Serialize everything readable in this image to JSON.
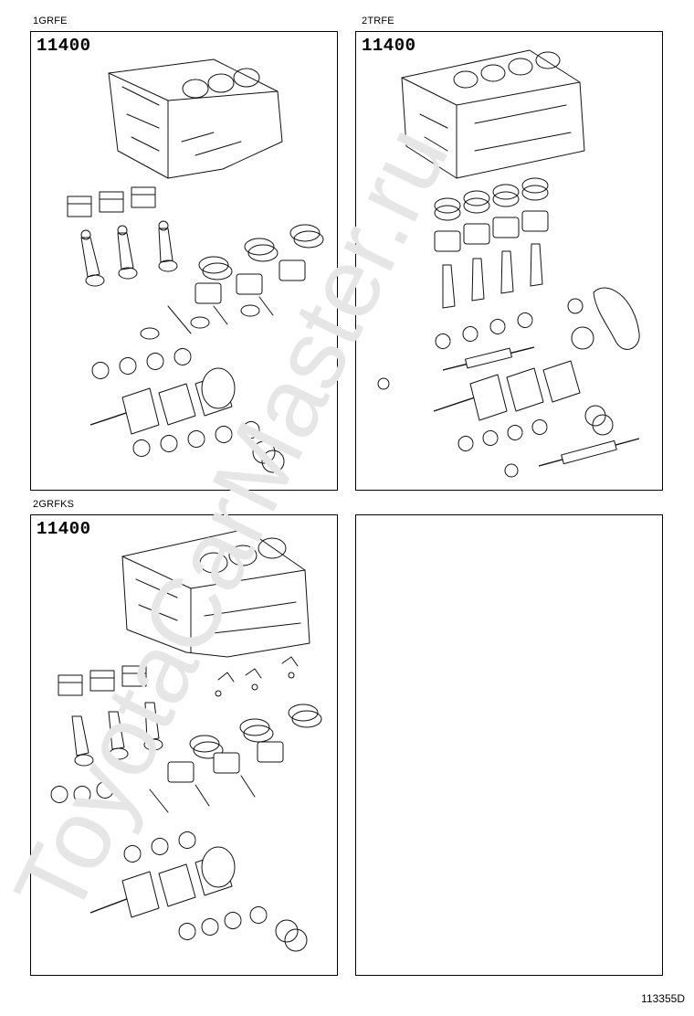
{
  "panels": [
    {
      "variant": "1GRFE",
      "part_number": "11400"
    },
    {
      "variant": "2TRFE",
      "part_number": "11400"
    },
    {
      "variant": "2GRFKS",
      "part_number": "11400"
    },
    {
      "variant": "",
      "part_number": ""
    }
  ],
  "watermark": "ToyotaCarMaster.ru",
  "diagram_id": "113355D",
  "colors": {
    "line": "#111111",
    "watermark": "#e6e6e6",
    "background": "#ffffff"
  }
}
